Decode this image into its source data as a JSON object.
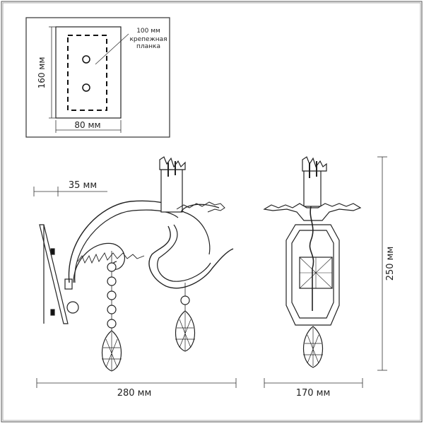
{
  "diagram": {
    "mount_plate": {
      "height_label": "160 мм",
      "width_label": "80 мм",
      "bracket_size_label": "100 мм",
      "bracket_name_line1": "крепежная",
      "bracket_name_line2": "планка"
    },
    "dimensions": {
      "projection_label": "35 мм",
      "total_width_label": "280 мм",
      "depth_label": "170 мм",
      "height_label": "250 мм"
    }
  }
}
